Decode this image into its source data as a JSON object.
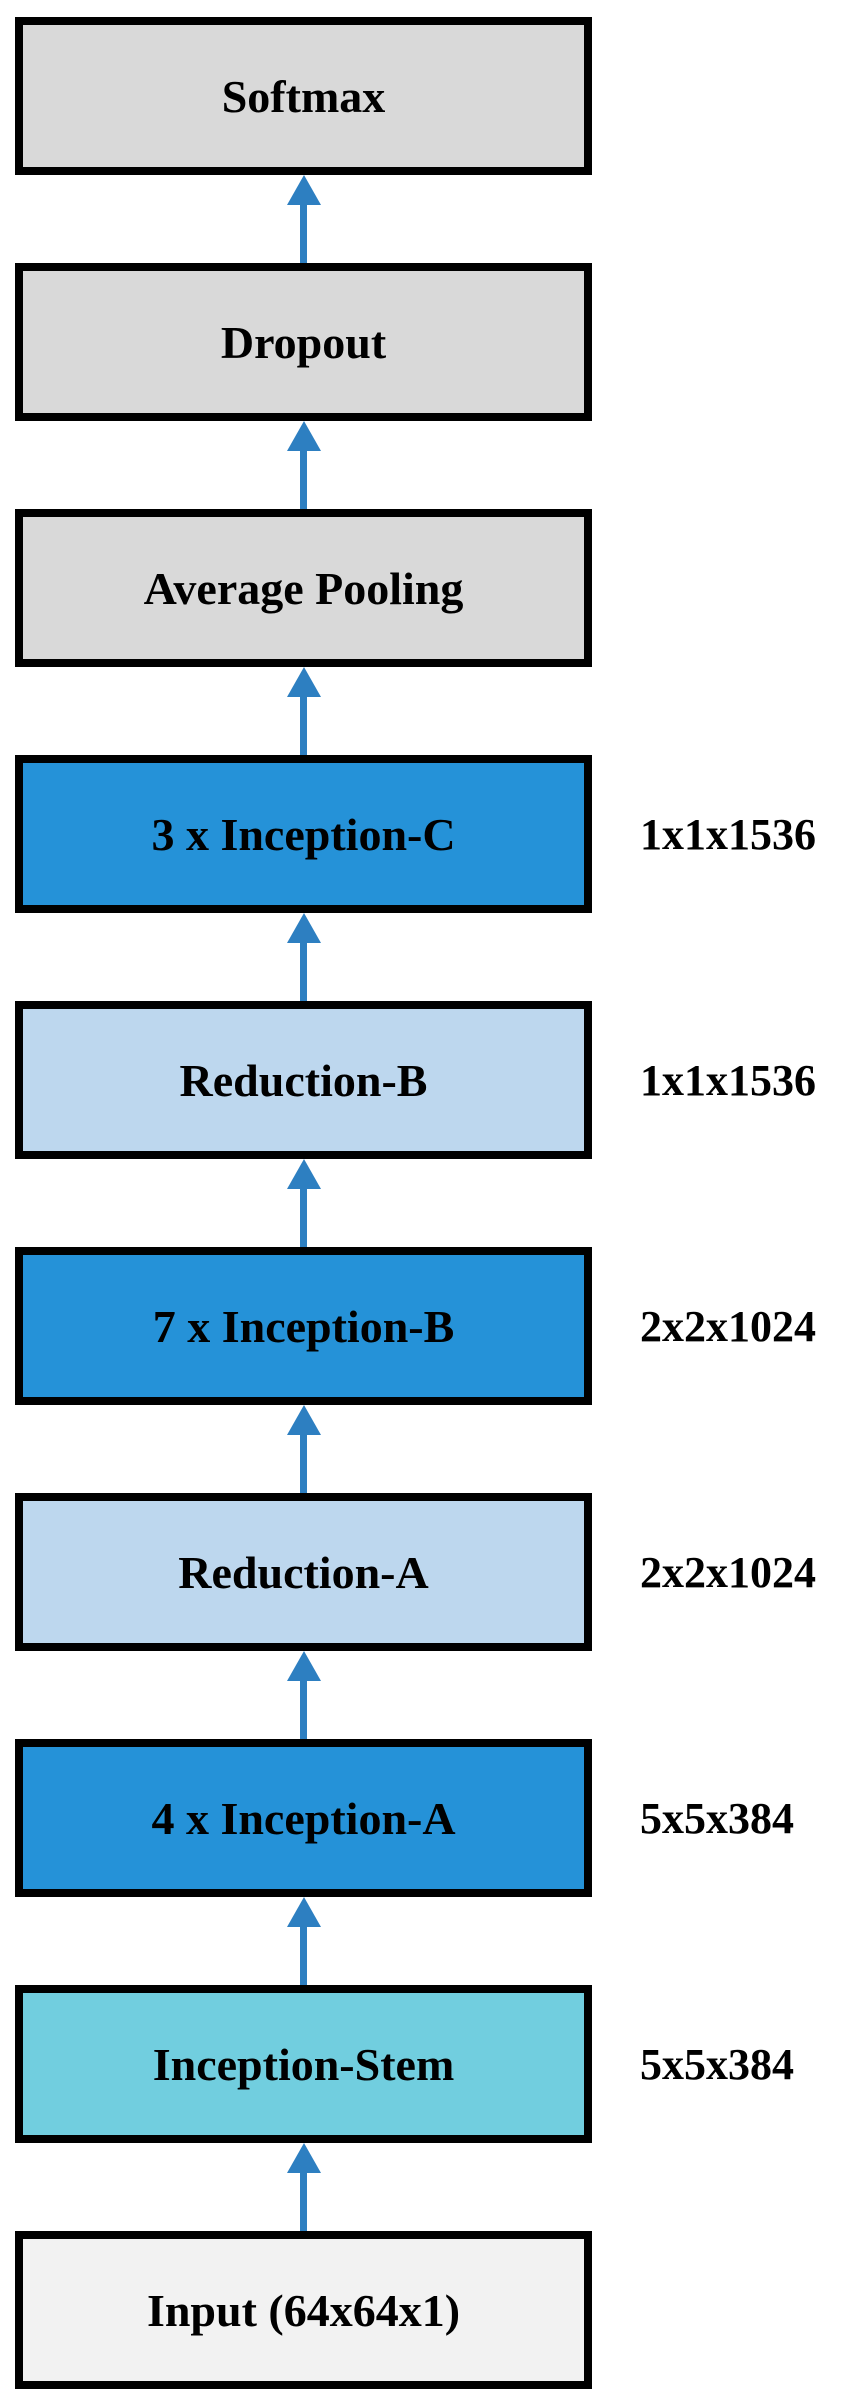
{
  "colors": {
    "box_blue": "#2592d8",
    "box_light_blue": "#bdd7ee",
    "box_teal": "#71cedf",
    "box_gray": "#d9d9d9",
    "box_input_gray": "#f2f2f2",
    "box_border": "#000000",
    "arrow_blue": "#2d7fc1",
    "text": "#000000"
  },
  "layers": [
    {
      "label": "Softmax",
      "fill": "box_gray"
    },
    {
      "label": "Dropout",
      "fill": "box_gray"
    },
    {
      "label": "Average Pooling",
      "fill": "box_gray"
    },
    {
      "label": "3 x Inception-C",
      "fill": "box_blue",
      "output": "1x1x1536"
    },
    {
      "label": "Reduction-B",
      "fill": "box_light_blue",
      "output": "1x1x1536"
    },
    {
      "label": "7 x Inception-B",
      "fill": "box_blue",
      "output": "2x2x1024"
    },
    {
      "label": "Reduction-A",
      "fill": "box_light_blue",
      "output": "2x2x1024"
    },
    {
      "label": "4 x Inception-A",
      "fill": "box_blue",
      "output": "5x5x384"
    },
    {
      "label": "Inception-Stem",
      "fill": "box_teal",
      "output": "5x5x384"
    },
    {
      "label": "Input (64x64x1)",
      "fill": "box_input_gray"
    }
  ]
}
